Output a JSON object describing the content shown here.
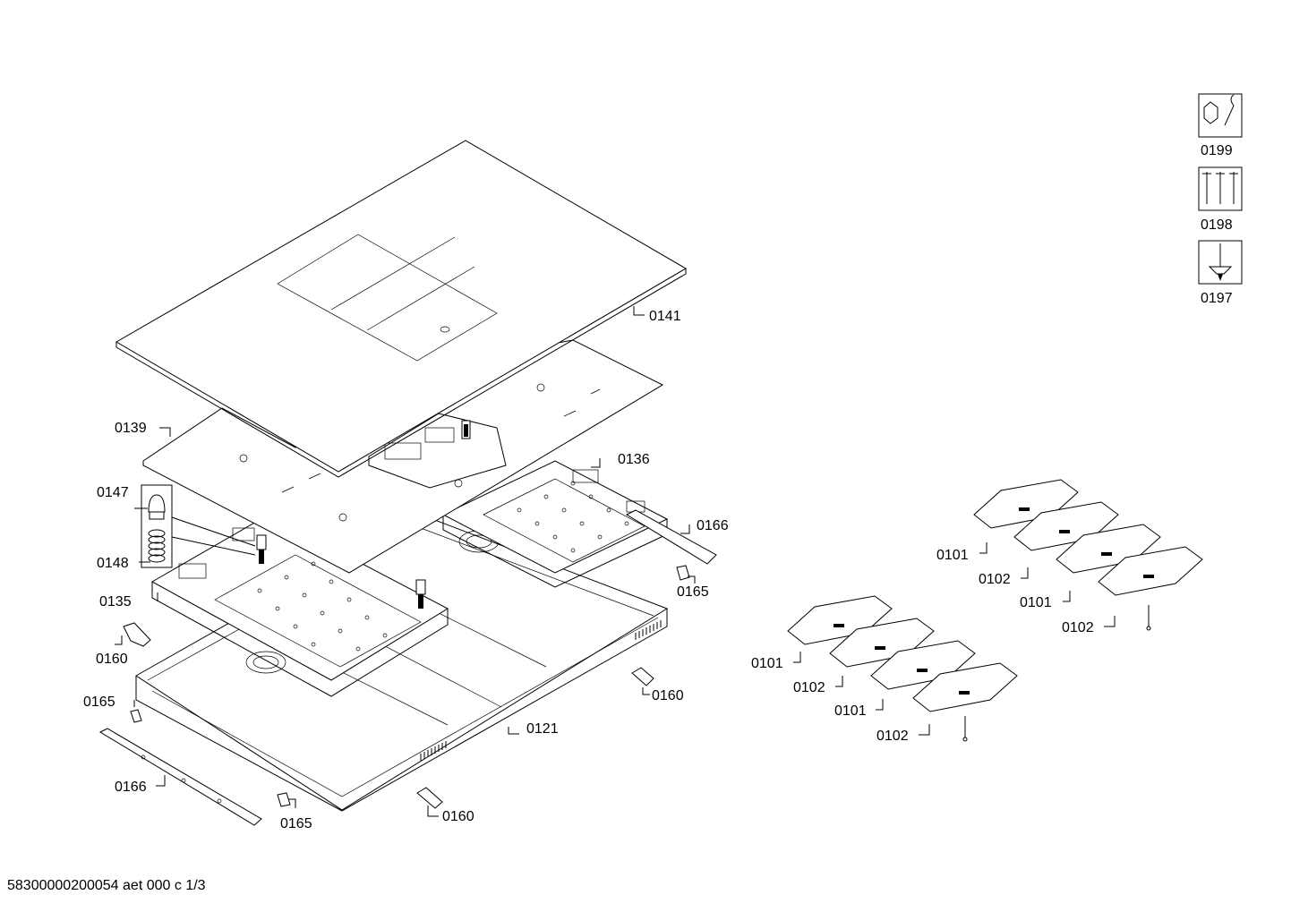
{
  "callouts": {
    "c0141": "0141",
    "c0139": "0139",
    "c0147": "0147",
    "c0148": "0148",
    "c0135": "0135",
    "c0136": "0136",
    "c0166a": "0166",
    "c0165a": "0165",
    "c0160a": "0160",
    "c0165b": "0165",
    "c0166b": "0166",
    "c0160b": "0160",
    "c0121": "0121",
    "c0165c": "0165",
    "c0160c": "0160",
    "r1_0101": "0101",
    "r1_0102": "0102",
    "r1_0101b": "0101",
    "r1_0102b": "0102",
    "r2_0101": "0101",
    "r2_0102": "0102",
    "r2_0101b": "0101",
    "r2_0102b": "0102"
  },
  "tools": {
    "t0199": "0199",
    "t0198": "0198",
    "t0197": "0197"
  },
  "footer": "58300000200054 aet 000 c 1/3"
}
